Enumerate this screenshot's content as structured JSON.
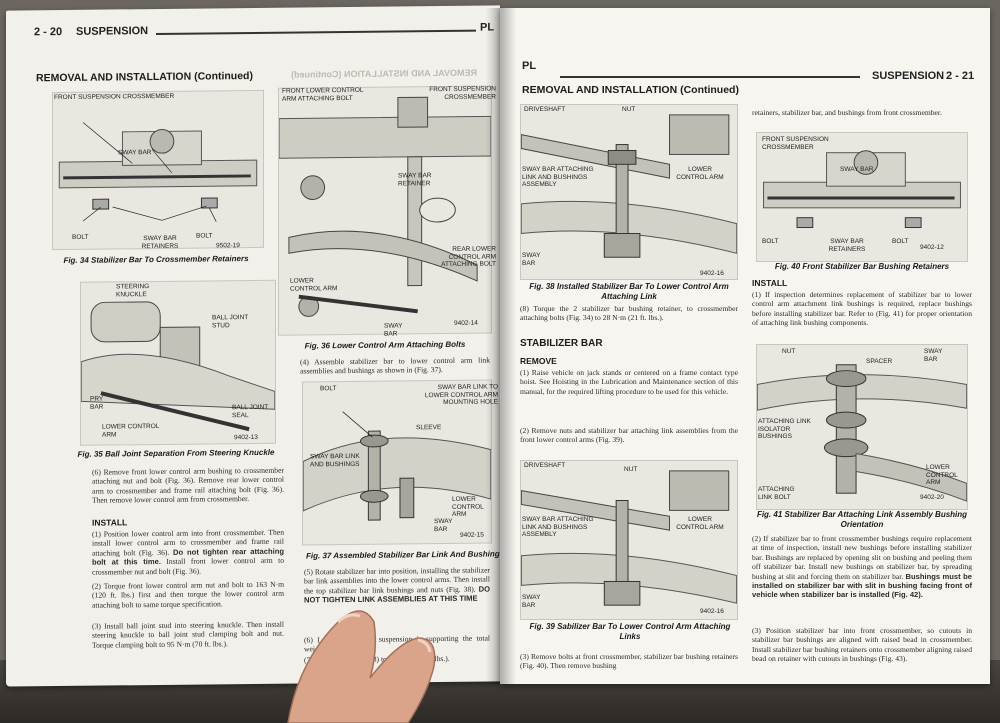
{
  "left_page": {
    "page_number": "2 - 20",
    "section": "SUSPENSION",
    "model": "PL",
    "section_title": "REMOVAL AND INSTALLATION (Continued)",
    "bleed_title": "REMOVAL AND INSTALLATION (Continued)",
    "fig34": {
      "callouts": [
        "FRONT SUSPENSION CROSSMEMBER",
        "SWAY BAR",
        "BOLT",
        "SWAY BAR RETAINERS",
        "BOLT"
      ],
      "code": "9502-19",
      "caption": "Fig. 34 Stabilizer Bar To Crossmember Retainers"
    },
    "fig35": {
      "callouts": [
        "STEERING KNUCKLE",
        "BALL JOINT STUD",
        "PRY BAR",
        "BALL JOINT SEAL",
        "LOWER CONTROL ARM"
      ],
      "code": "9402-13",
      "caption": "Fig. 35 Ball Joint Separation From Steering Knuckle"
    },
    "fig36": {
      "callouts": [
        "FRONT LOWER CONTROL ARM ATTACHING BOLT",
        "FRONT SUSPENSION CROSSMEMBER",
        "SWAY BAR RETAINER",
        "REAR LOWER CONTROL ARM ATTACHING BOLT",
        "LOWER CONTROL ARM",
        "SWAY BAR"
      ],
      "code": "9402-14",
      "caption": "Fig. 36 Lower Control Arm Attaching Bolts"
    },
    "fig37": {
      "callouts": [
        "BOLT",
        "SWAY BAR LINK TO LOWER CONTROL ARM MOUNTING HOLE",
        "SLEEVE",
        "SWAY BAR LINK AND BUSHINGS",
        "LOWER CONTROL ARM",
        "SWAY BAR"
      ],
      "code": "9402-15",
      "caption": "Fig. 37 Assembled Stabilizer Bar Link And Bushings"
    },
    "col1_text_a": "(6) Remove front lower control arm bushing to crossmember attaching nut and bolt (Fig. 36). Remove rear lower control arm to crossmember and frame rail attaching bolt (Fig. 36). Then remove lower control arm from crossmember.",
    "install_heading": "INSTALL",
    "col1_text_b1": "(1) Position lower control arm into front crossmember. Then install lower control arm to crossmember and frame rail attaching bolt (Fig. 36).",
    "col1_text_b2": "Do not tighten rear attaching bolt at this time.",
    "col1_text_b3": "Install front lower control arm to crossmember nut and bolt (Fig. 36).",
    "col1_text_c": "(2) Torque front lower control arm nut and bolt to 163 N·m (120 ft. lbs.) first and then torque the lower control arm attaching bolt to same torque specification.",
    "col1_text_d": "(3) Install ball joint stud into steering knuckle. Then install steering knuckle to ball joint stud clamping bolt and nut. Torque clamping bolt to 95 N·m (70 ft. lbs.).",
    "col2_text_a": "(4) Assemble stabilizer bar to lower control arm link assemblies and bushings as shown in (Fig. 37).",
    "col2_text_b": "(5) Rotate stabilizer bar into position, installing the stabilizer bar link assemblies into the lower control arms. Then install the top stabilizer bar link bushings and nuts (Fig. 38).",
    "col2_text_bold": "DO NOT TIGHTEN LINK ASSEMBLIES AT THIS TIME",
    "col2_text_c": "(6) Lower vehicle so suspension is supporting the total weight of the vehicle.",
    "col2_text_d": "(7) Torque nuts (Fig. 38) to 28 N·m (21 ft. lbs.)."
  },
  "right_page": {
    "model": "PL",
    "section": "SUSPENSION",
    "page_number": "2 - 21",
    "section_title": "REMOVAL AND INSTALLATION (Continued)",
    "fig38": {
      "callouts": [
        "DRIVESHAFT",
        "NUT",
        "SWAY BAR ATTACHING LINK AND BUSHINGS ASSEMBLY",
        "LOWER CONTROL ARM",
        "SWAY BAR"
      ],
      "code": "9402-16",
      "caption": "Fig. 38 Installed Stabilizer Bar To Lower Control Arm Attaching Link"
    },
    "text_a": "(8) Torque the 2 stabilizer bar bushing retainer, to crossmember attaching bolts (Fig. 34) to 28 N·m (21 ft. lbs.).",
    "stabilizer_heading": "STABILIZER BAR",
    "remove_heading": "REMOVE",
    "text_b": "(1) Raise vehicle on jack stands or centered on a frame contact type hoist. See Hoisting in the Lubrication and Maintenance section of this manual, for the required lifting procedure to be used for this vehicle.",
    "text_c": "(2) Remove nuts and stabilizer bar attaching link assemblies from the front lower control arms (Fig. 39).",
    "fig39": {
      "callouts": [
        "DRIVESHAFT",
        "NUT",
        "SWAY BAR ATTACHING LINK AND BUSHINGS ASSEMBLY",
        "LOWER CONTROL ARM",
        "SWAY BAR"
      ],
      "code": "9402-16",
      "caption": "Fig. 39 Sabilizer Bar To Lower Control Arm Attaching Links"
    },
    "text_d": "(3) Remove bolts at front crossmember, stabilizer bar bushing retainers (Fig. 40). Then remove bushing",
    "col2_text_a": "retainers, stabilizer bar, and bushings from front crossmember.",
    "fig40": {
      "callouts": [
        "FRONT SUSPENSION CROSSMEMBER",
        "SWAY BAR",
        "BOLT",
        "SWAY BAR RETAINERS",
        "BOLT"
      ],
      "code": "9402-12",
      "caption": "Fig. 40 Front Stabilizer Bar Bushing Retainers"
    },
    "install_heading": "INSTALL",
    "col2_text_b": "(1) If inspection determines replacement of stabilizer bar to lower control arm attachment link bushings is required, replace bushings before installing stabilizer bar. Refer to (Fig. 41) for proper orientation of attaching link bushing components.",
    "fig41": {
      "callouts": [
        "NUT",
        "SPACER",
        "SWAY BAR",
        "ATTACHING LINK ISOLATOR BUSHINGS",
        "LOWER CONTROL ARM",
        "ATTACHING LINK BOLT"
      ],
      "code": "9402-20",
      "caption": "Fig. 41 Stabilizer Bar Attaching Link Assembly Bushing Orientation"
    },
    "col2_text_c1": "(2) If stabilizer bar to front crossmember bushings require replacement at time of inspection, install new bushings before installing stabilizer bar. Bushings are replaced by opening slit on bushing and peeling them off stabilizer bar. Install new bushings on stabilizer bar, by spreading bushing at slit and forcing them on stabilizer bar.",
    "col2_text_c2": "Bushings must be installed on stabilizer bar with slit in bushing facing front of vehicle when stabilizer bar is installed (Fig. 42).",
    "col2_text_d": "(3) Position stabilizer bar into front crossmember, so cutouts in stabilizer bar bushings are aligned with raised bead in crossmember. Install stabilizer bar bushing retainers onto crossmember aligning raised bead on retainer with cutouts in bushings (Fig. 43)."
  }
}
